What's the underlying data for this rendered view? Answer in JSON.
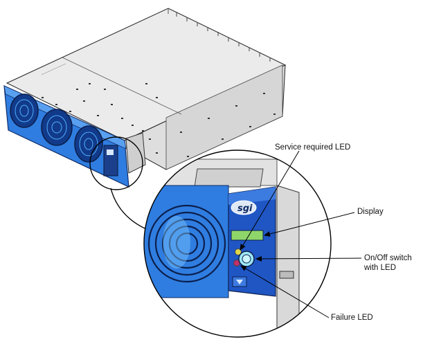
{
  "figure": {
    "callouts": {
      "service_required_led": "Service required LED",
      "display": "Display",
      "onoff_line1": "On/Off switch",
      "onoff_line2": "with LED",
      "failure_led": "Failure LED"
    },
    "logo": "sgi",
    "colors": {
      "bezel_blue": "#2f7de0",
      "bezel_dark": "#1b3f8a",
      "chassis_top": "#ebebeb",
      "chassis_side": "#d9d9d9",
      "display_green": "#8fd66a",
      "switch_cyan": "#9ee7f5",
      "service_led": "#e0d84a",
      "failure_led": "#c0306a"
    }
  }
}
